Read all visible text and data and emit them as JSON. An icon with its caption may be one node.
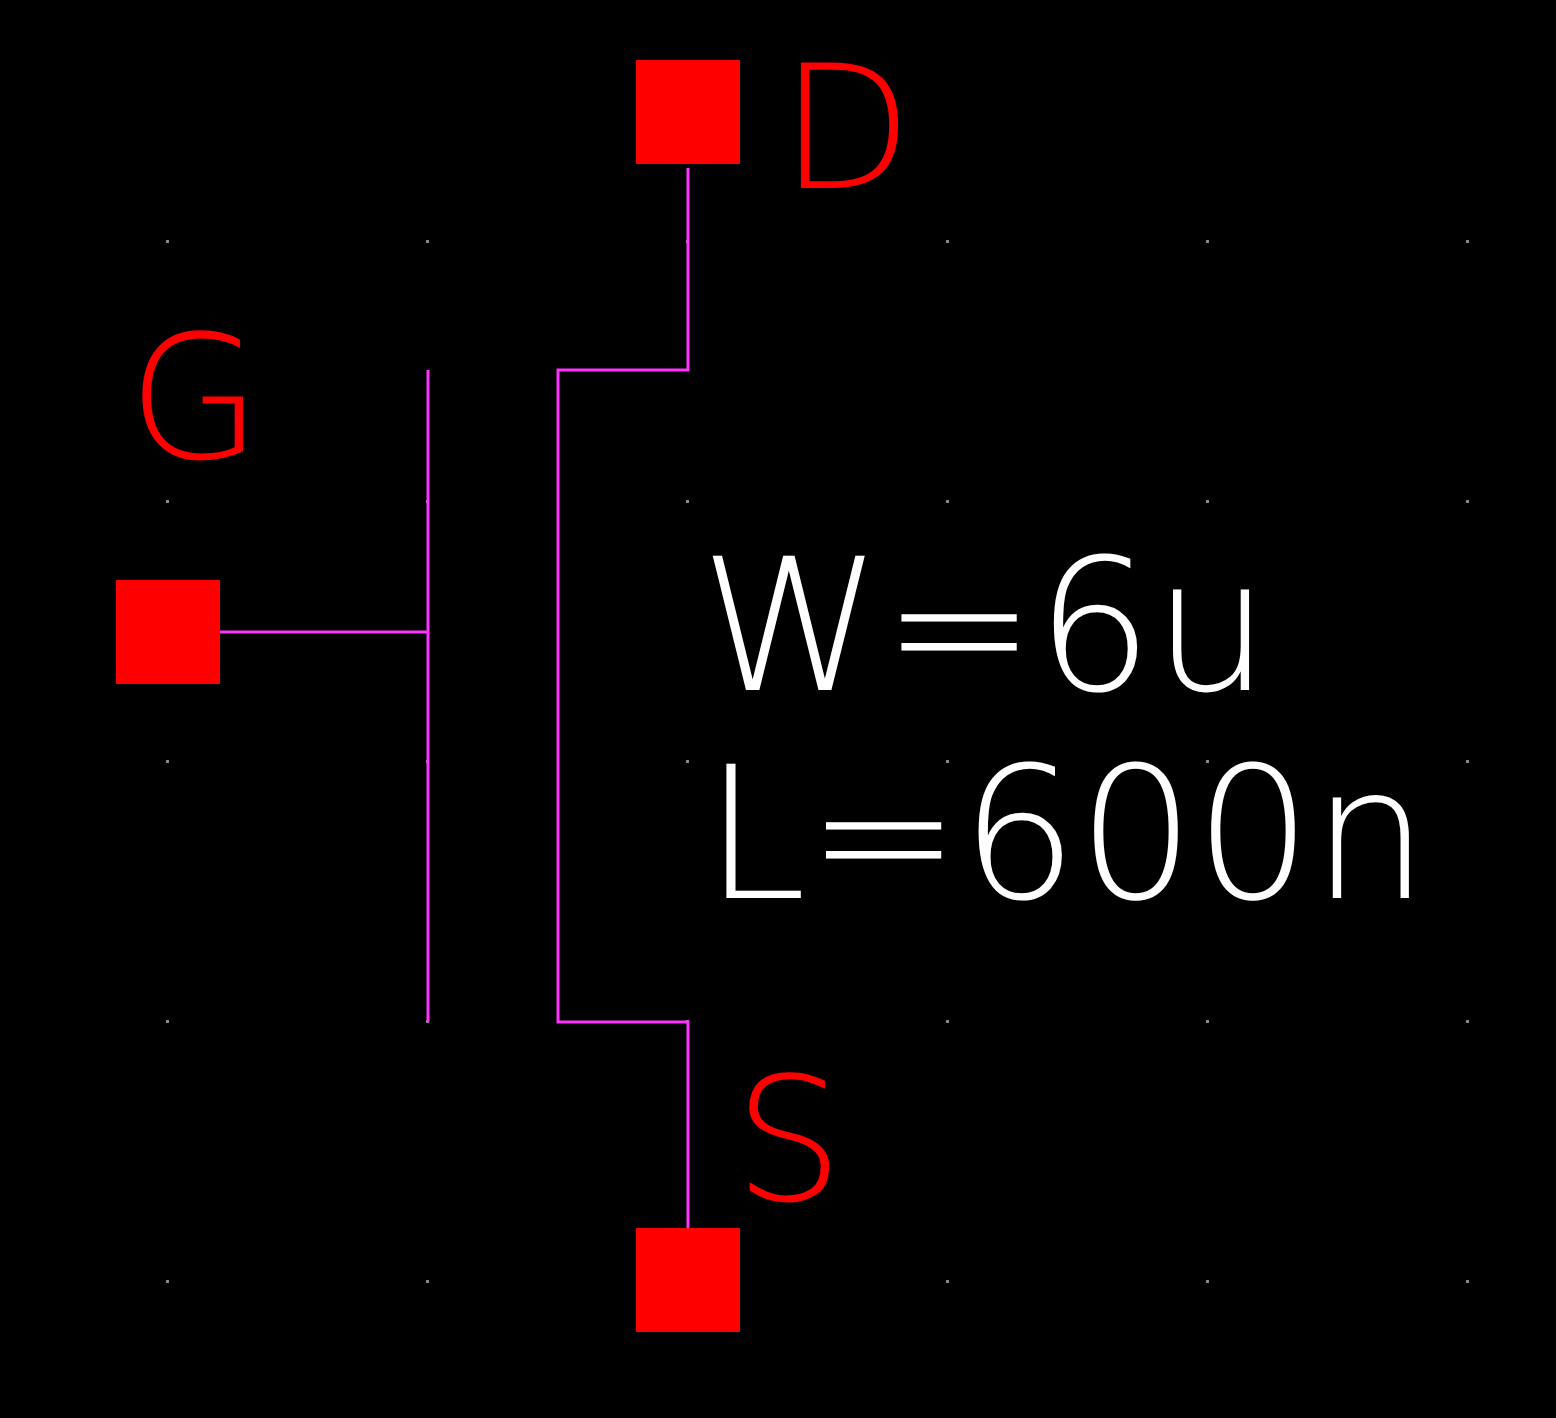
{
  "diagram": {
    "labels": [
      "D",
      "G",
      "W=6u",
      "L=600n",
      "S"
    ]
  }
}
